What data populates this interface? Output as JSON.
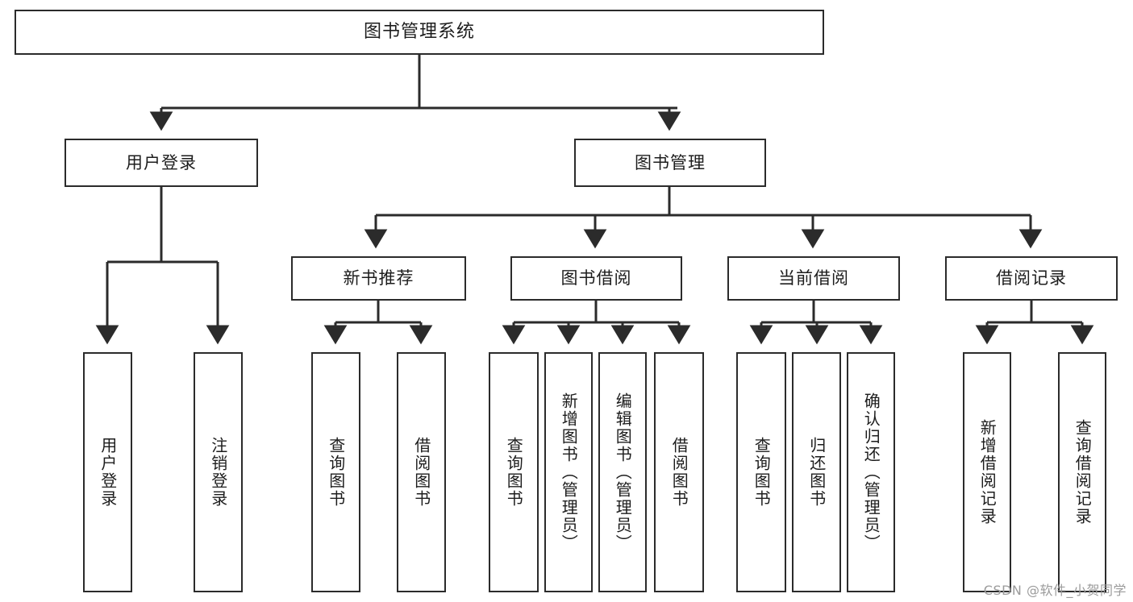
{
  "diagram": {
    "title": "图书管理系统",
    "type": "tree-hierarchy",
    "root": {
      "label": "图书管理系统"
    },
    "level2": [
      {
        "label": "用户登录"
      },
      {
        "label": "图书管理"
      }
    ],
    "level3": [
      {
        "label": "新书推荐"
      },
      {
        "label": "图书借阅"
      },
      {
        "label": "当前借阅"
      },
      {
        "label": "借阅记录"
      }
    ],
    "leaves_user_login": [
      {
        "label": "用户登录"
      },
      {
        "label": "注销登录"
      }
    ],
    "leaves_new_book": [
      {
        "label": "查询图书"
      },
      {
        "label": "借阅图书"
      }
    ],
    "leaves_borrow": [
      {
        "label": "查询图书"
      },
      {
        "label": "新增图书（管理员）"
      },
      {
        "label": "编辑图书（管理员）"
      },
      {
        "label": "借阅图书"
      }
    ],
    "leaves_current": [
      {
        "label": "查询图书"
      },
      {
        "label": "归还图书"
      },
      {
        "label": "确认归还（管理员）"
      }
    ],
    "leaves_records": [
      {
        "label": "新增借阅记录"
      },
      {
        "label": "查询借阅记录"
      }
    ]
  },
  "watermark": {
    "text": "CSDN @软件_小贺同学"
  },
  "colors": {
    "stroke": "#2b2b2b",
    "background": "#ffffff",
    "text": "#1d1d1d",
    "watermark": "#9b9b9b"
  }
}
